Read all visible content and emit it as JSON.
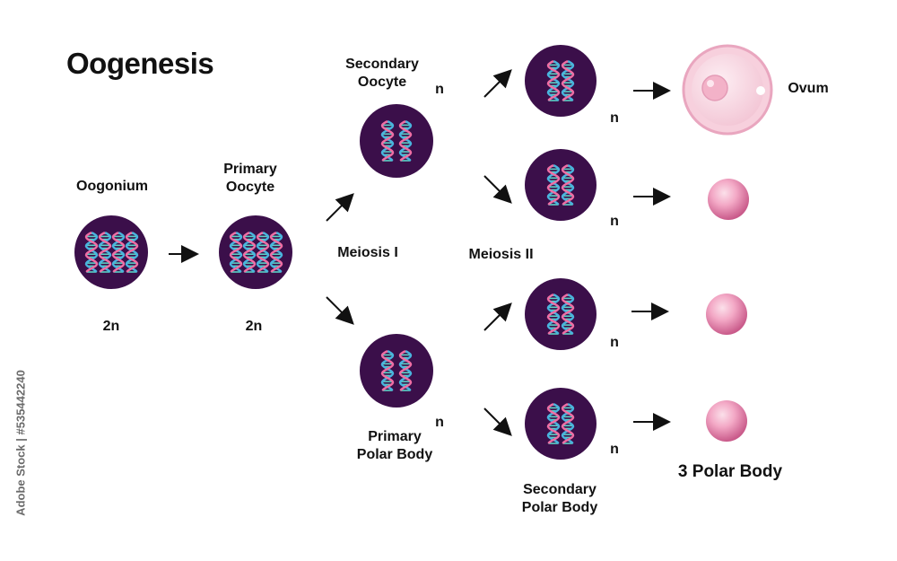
{
  "title": "Oogenesis",
  "labels": {
    "oogonium": "Oogonium",
    "primary_oocyte": "Primary\nOocyte",
    "secondary_oocyte": "Secondary\nOocyte",
    "primary_polar_body": "Primary\nPolar Body",
    "secondary_polar_body": "Secondary\nPolar Body",
    "ovum": "Ovum",
    "three_polar_body": "3 Polar Body",
    "meiosis1": "Meiosis I",
    "meiosis2": "Meiosis II"
  },
  "ploidy": {
    "oogonium": "2n",
    "primary_oocyte": "2n",
    "secondary_oocyte": "n",
    "primary_polar_body": "n",
    "cell_a": "n",
    "cell_b": "n",
    "cell_c": "n",
    "cell_d": "n"
  },
  "stock_id": "Adobe Stock | #535442240",
  "colors": {
    "cell": "#3b0f4a",
    "dna_blue": "#49b4de",
    "dna_pink": "#f06ea4",
    "ovum_outer": "#f3c4d4",
    "ovum_inner": "#f7d6e1",
    "polar_body": "#e67aa6",
    "arrow": "#111111"
  }
}
